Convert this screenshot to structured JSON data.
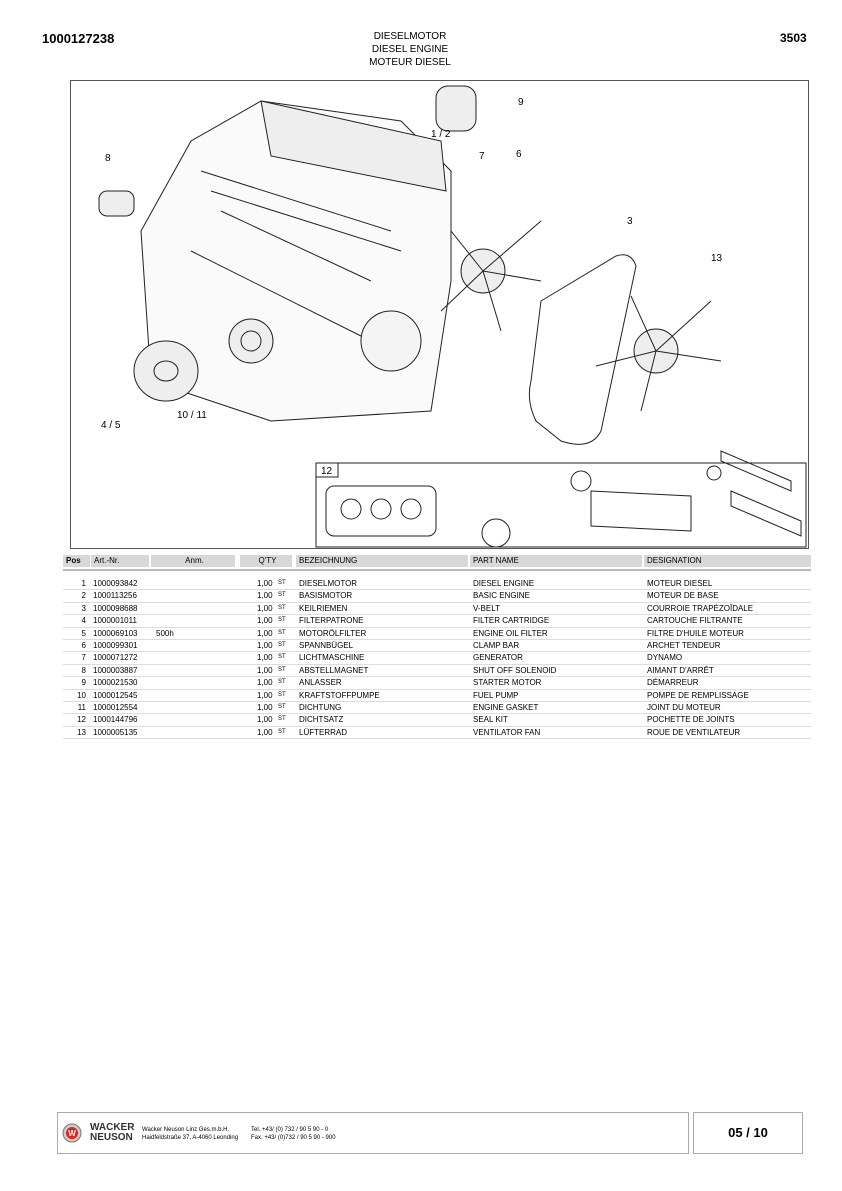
{
  "header": {
    "doc_number": "1000127238",
    "page_code": "3503",
    "title_de": "DIESELMOTOR",
    "title_en": "DIESEL ENGINE",
    "title_fr": "MOTEUR DIESEL"
  },
  "drawing": {
    "callouts": [
      "9",
      "1 / 2",
      "7",
      "6",
      "8",
      "3",
      "13",
      "4 / 5",
      "10 / 11",
      "12"
    ]
  },
  "table": {
    "headers": [
      "Pos",
      "Art.-Nr.",
      "Anm.",
      "Q'TY",
      "BEZEICHNUNG",
      "PART NAME",
      "DESIGNATION"
    ],
    "rows": [
      {
        "pos": "1",
        "art": "1000093842",
        "anm": "",
        "qty": "1,00",
        "unit": "ST",
        "de": "DIESELMOTOR",
        "en": "DIESEL ENGINE",
        "fr": "MOTEUR DIESEL"
      },
      {
        "pos": "2",
        "art": "1000113256",
        "anm": "",
        "qty": "1,00",
        "unit": "ST",
        "de": "BASISMOTOR",
        "en": "BASIC ENGINE",
        "fr": "MOTEUR DE BASE"
      },
      {
        "pos": "3",
        "art": "1000098688",
        "anm": "",
        "qty": "1,00",
        "unit": "ST",
        "de": "KEILRIEMEN",
        "en": "V-BELT",
        "fr": "COURROIE TRAPÉZOÏDALE"
      },
      {
        "pos": "4",
        "art": "1000001011",
        "anm": "",
        "qty": "1,00",
        "unit": "ST",
        "de": "FILTERPATRONE",
        "en": "FILTER CARTRIDGE",
        "fr": "CARTOUCHE FILTRANTE"
      },
      {
        "pos": "5",
        "art": "1000069103",
        "anm": "500h",
        "qty": "1,00",
        "unit": "ST",
        "de": "MOTORÖLFILTER",
        "en": "ENGINE OIL FILTER",
        "fr": "FILTRE D'HUILE MOTEUR"
      },
      {
        "pos": "6",
        "art": "1000099301",
        "anm": "",
        "qty": "1,00",
        "unit": "ST",
        "de": "SPANNBÜGEL",
        "en": "CLAMP BAR",
        "fr": "ARCHET TENDEUR"
      },
      {
        "pos": "7",
        "art": "1000071272",
        "anm": "",
        "qty": "1,00",
        "unit": "ST",
        "de": "LICHTMASCHINE",
        "en": "GENERATOR",
        "fr": "DYNAMO"
      },
      {
        "pos": "8",
        "art": "1000003887",
        "anm": "",
        "qty": "1,00",
        "unit": "ST",
        "de": "ABSTELLMAGNET",
        "en": "SHUT OFF SOLENOID",
        "fr": "AIMANT D'ARRÊT"
      },
      {
        "pos": "9",
        "art": "1000021530",
        "anm": "",
        "qty": "1,00",
        "unit": "ST",
        "de": "ANLASSER",
        "en": "STARTER MOTOR",
        "fr": "DÉMARREUR"
      },
      {
        "pos": "10",
        "art": "1000012545",
        "anm": "",
        "qty": "1,00",
        "unit": "ST",
        "de": "KRAFTSTOFFPUMPE",
        "en": "FUEL PUMP",
        "fr": "POMPE DE REMPLISSAGE"
      },
      {
        "pos": "11",
        "art": "1000012554",
        "anm": "",
        "qty": "1,00",
        "unit": "ST",
        "de": "DICHTUNG",
        "en": "ENGINE GASKET",
        "fr": "JOINT DU MOTEUR"
      },
      {
        "pos": "12",
        "art": "1000144796",
        "anm": "",
        "qty": "1,00",
        "unit": "ST",
        "de": "DICHTSATZ",
        "en": "SEAL KIT",
        "fr": "POCHETTE DE JOINTS"
      },
      {
        "pos": "13",
        "art": "1000005135",
        "anm": "",
        "qty": "1,00",
        "unit": "ST",
        "de": "LÜFTERRAD",
        "en": "VENTILATOR FAN",
        "fr": "ROUE DE VENTILATEUR"
      }
    ]
  },
  "footer": {
    "logo_line1": "WACKER",
    "logo_line2": "NEUSON",
    "company": "Wacker Neuson Linz Ges.m.b.H.",
    "address": "Haidfeldstraße 37, A-4060 Leonding",
    "tel": "Tel. +43/ (0) 732 / 90 5 90 - 0",
    "fax": "Fax. +43/ (0)732 / 90 5 90 - 900",
    "page": "05 / 10"
  }
}
